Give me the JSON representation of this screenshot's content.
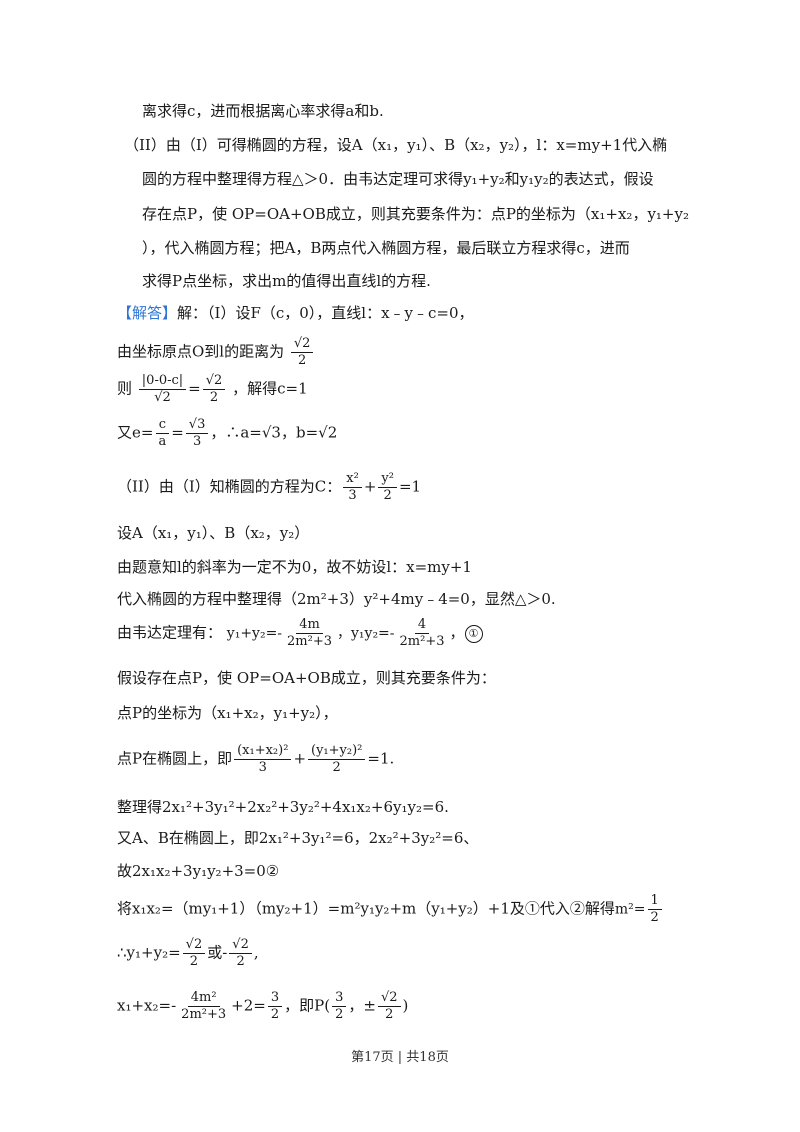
{
  "lines": {
    "l1": "离求得c，进而根据离心率求得a和b.",
    "l2": "（II）由（I）可得椭圆的方程，设A（x₁，y₁）、B（x₂，y₂），l：x=my+1代入椭",
    "l3": "圆的方程中整理得方程△＞0．由韦达定理可求得y₁+y₂和y₁y₂的表达式，假设",
    "l4": "存在点P，使 OP=OA+OB成立，则其充要条件为：点P的坐标为（x₁+x₂，y₁+y₂",
    "l5": "），代入椭圆方程；把A，B两点代入椭圆方程，最后联立方程求得c，进而",
    "l6": "求得P点坐标，求出m的值得出直线l的方程.",
    "l7_tag": "【解答】",
    "l7": "解：（I）设F（c，0），直线l：x﹣y﹣c=0，",
    "l8": "由坐标原点O到l的距离为",
    "l9a": "则",
    "l9b": "，解得c=1",
    "l10a": "又e=",
    "l10b": "，∴a=√3，b=√2",
    "l11": "（II）由（I）知椭圆的方程为C：",
    "l12": "设A（x₁，y₁）、B（x₂，y₂）",
    "l13": "由题意知l的斜率为一定不为0，故不妨设l：x=my+1",
    "l14": "代入椭圆的方程中整理得（2m²+3）y²+4my﹣4=0，显然△＞0.",
    "l15": "由韦达定理有：",
    "l16": "假设存在点P，使 OP=OA+OB成立，则其充要条件为：",
    "l17": "点P的坐标为（x₁+x₂，y₁+y₂），",
    "l18": "点P在椭圆上，即",
    "l19": "整理得2x₁²+3y₁²+2x₂²+3y₂²+4x₁x₂+6y₁y₂=6.",
    "l20": "又A、B在椭圆上，即2x₁²+3y₁²=6，2x₂²+3y₂²=6、",
    "l21": "故2x₁x₂+3y₁y₂+3=0②",
    "l22": "将x₁x₂=（my₁+1）（my₂+1）=m²y₁y₂+m（y₁+y₂）+1及①代入②解得",
    "l23": "∴y₁+y₂=",
    "l24": "x₁+x₂="
  },
  "math": {
    "dist_num": "√2",
    "dist_den": "2",
    "abs_num": "|0-0-c|",
    "abs_den": "√2",
    "eq": "=",
    "r2_num": "√2",
    "r2_den": "2",
    "e_c": "c",
    "e_a": "a",
    "e_r3": "√3",
    "e_3": "3",
    "x2": "x²",
    "three": "3",
    "y2": "y²",
    "two": "2",
    "eq1": "=1",
    "v1_lhs": "y₁+y₂=-",
    "v1_num": "4m",
    "v1_den": "2m²+3",
    "v2_lhs": "，y₁y₂=-",
    "v2_num": "4",
    "v2_den": "2m²+3",
    "circ1": "①",
    "p_num1": "(x₁+x₂)²",
    "p_den1": "3",
    "plus": "+",
    "p_num2": "(y₁+y₂)²",
    "p_den2": "2",
    "p_eq": "=1.",
    "m2": "m²=",
    "half_num": "1",
    "half_den": "2",
    "s_num": "√2",
    "s_den": "2",
    "or": "或-",
    "s2_num": "√2",
    "s2_den": "2",
    "comma": ",",
    "x_num": "4m²",
    "x_den": "2m²+3",
    "x_mid": "+2=",
    "x_r_num": "3",
    "x_r_den": "2",
    "x_tail": "，即P(",
    "px_num": "3",
    "px_den": "2",
    "pm": "，±",
    "py_num": "√2",
    "py_den": "2",
    "close": ")",
    "minus": "-"
  },
  "footer": "第17页 | 共18页"
}
